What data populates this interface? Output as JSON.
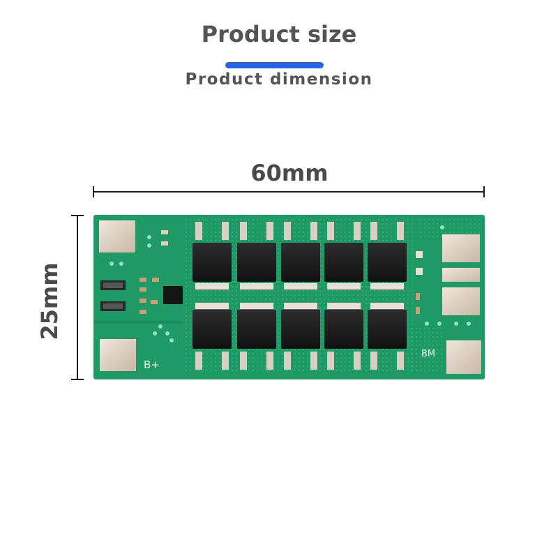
{
  "header": {
    "title": "Product size",
    "subtitle": "Product dimension",
    "accent_color": "#2563eb"
  },
  "dimensions": {
    "width_label": "60mm",
    "height_label": "25mm"
  },
  "board": {
    "color": "#1f9a66",
    "silkscreen": {
      "b_plus": "B+",
      "bm": "BM"
    },
    "mosfet_count": 10
  }
}
